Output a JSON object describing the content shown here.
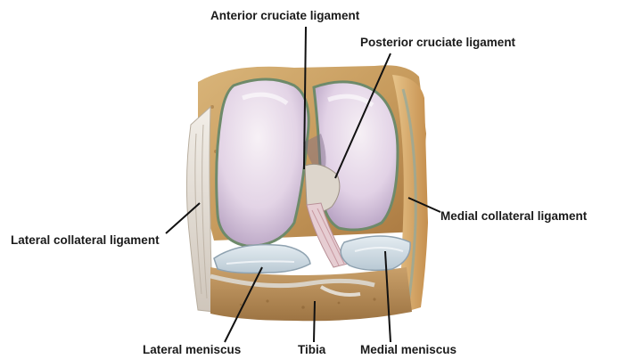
{
  "labels": {
    "anterior_cruciate_ligament": "Anterior cruciate ligament",
    "posterior_cruciate_ligament": "Posterior cruciate ligament",
    "medial_collateral_ligament": "Medial collateral ligament",
    "lateral_collateral_ligament": "Lateral collateral ligament",
    "lateral_meniscus": "Lateral meniscus",
    "tibia": "Tibia",
    "medial_meniscus": "Medial meniscus"
  },
  "colors": {
    "background": "#ffffff",
    "label_text": "#1a1a1a",
    "leader_line": "#111111",
    "bone_tan": "#c9a36a",
    "cartilage_lilac": "#e9e0ec",
    "ligament_white": "#e8e4dc",
    "meniscus_blue": "#cfdde6"
  }
}
